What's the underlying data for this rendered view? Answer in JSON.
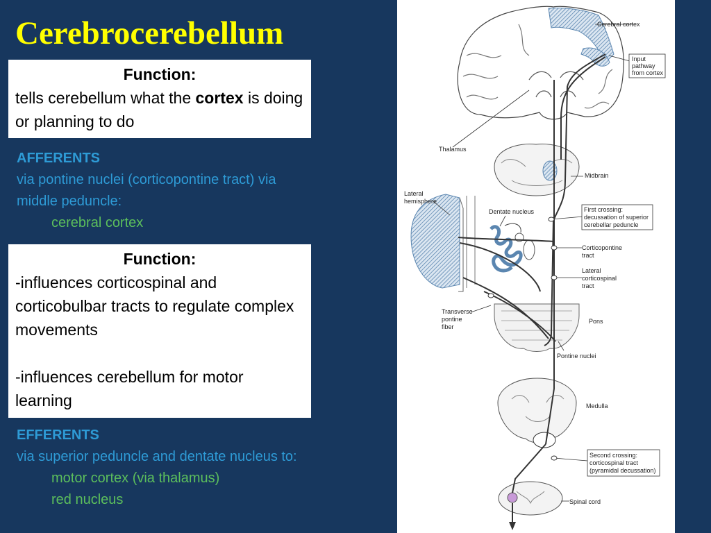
{
  "title": "Cerebrocerebellum",
  "box1": {
    "heading": "Function:",
    "text_before": "tells cerebellum what the ",
    "text_bold": "cortex",
    "text_after": " is doing or planning to do"
  },
  "afferents": {
    "heading": "AFFERENTS",
    "description": "via pontine nuclei (corticopontine tract) via middle peduncle:",
    "targets": [
      "cerebral cortex"
    ]
  },
  "box2": {
    "heading": "Function:",
    "paragraphs": [
      "-influences corticospinal and corticobulbar tracts to regulate complex movements",
      "-influences cerebellum for motor learning"
    ]
  },
  "efferents": {
    "heading": "EFFERENTS",
    "description": "via superior peduncle and dentate nucleus to:",
    "targets": [
      "motor cortex (via thalamus)",
      "red nucleus"
    ]
  },
  "diagram": {
    "labels": {
      "cerebral_cortex": "Cerebral cortex",
      "input_pathway": [
        "Input",
        "pathway",
        "from cortex"
      ],
      "thalamus": "Thalamus",
      "midbrain": "Midbrain",
      "lateral_hemisphere": [
        "Lateral",
        "hemisphere"
      ],
      "dentate_nucleus": "Dentate nucleus",
      "first_crossing": [
        "First crossing:",
        "decussation of superior",
        "cerebellar peduncle"
      ],
      "corticopontine": [
        "Corticopontine",
        "tract"
      ],
      "lateral_corticospinal": [
        "Lateral",
        "corticospinal",
        "tract"
      ],
      "transverse_pontine": [
        "Transverse",
        "pontine",
        "fiber"
      ],
      "pons": "Pons",
      "pontine_nuclei": "Pontine nuclei",
      "medulla": "Medulla",
      "second_crossing": [
        "Second crossing:",
        "corticospinal tract",
        "(pyramidal decussation)"
      ],
      "spinal_cord": "Spinal cord"
    }
  }
}
